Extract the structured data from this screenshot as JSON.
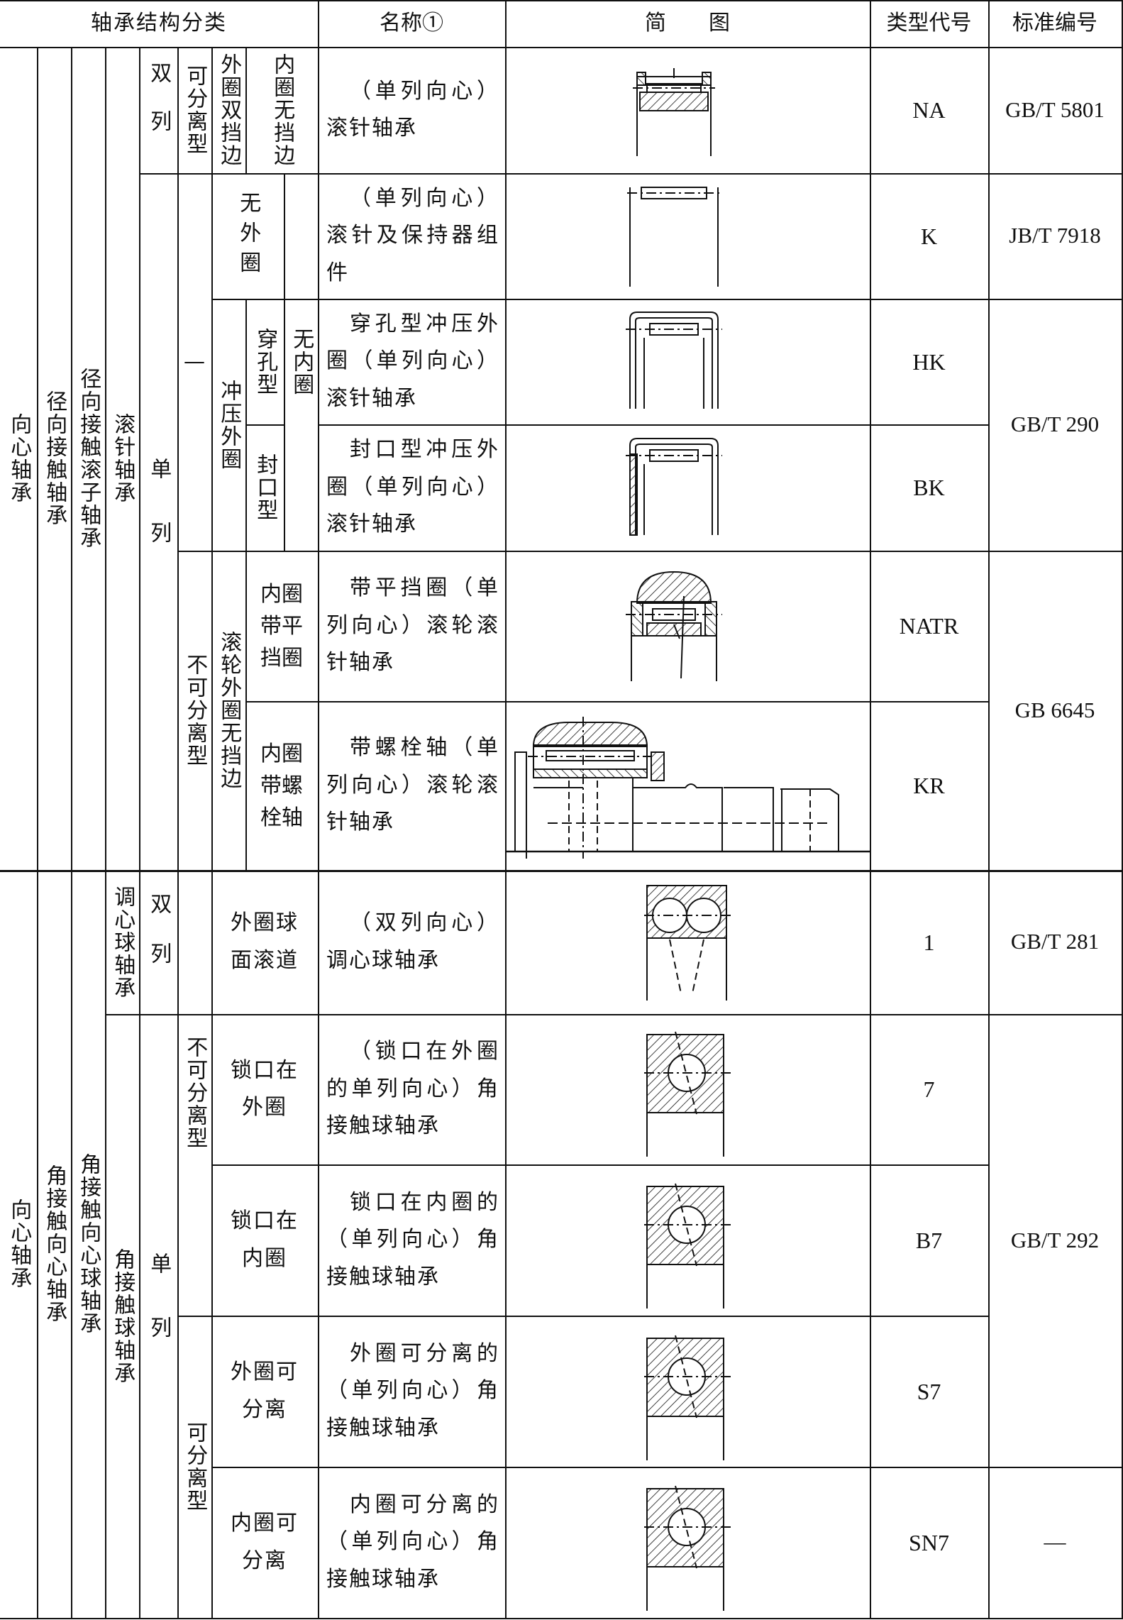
{
  "header": {
    "classification": "轴承结构分类",
    "name": "名称①",
    "diagram": "简　　图",
    "type_code": "类型代号",
    "standard": "标准编号"
  },
  "groups": {
    "radial_1": "向心轴承",
    "radial_contact": "径向接触轴承",
    "radial_contact_roller": "径向接触滚子轴承",
    "needle": "滚针轴承",
    "double_1": "双列",
    "single_1": "单列",
    "separable_1": "可分离型",
    "outer_double_rib": "外圈双挡边",
    "inner_no_rib": "内圈无挡边",
    "dash": "—",
    "no_outer": "无外圈",
    "no_inner": "无内圈",
    "stamped_outer": "冲压外圈",
    "through_type": "穿孔型",
    "closed_type": "封口型",
    "non_separable_1": "不可分离型",
    "roller_outer": "滚轮外圈无挡边",
    "inner_flat_ring": "内圈带平挡圈",
    "inner_stud": "内圈带螺栓轴",
    "radial_2": "向心轴承",
    "angular_contact_radial": "角接触向心轴承",
    "angular_contact_ball_radial": "角接触向心球轴承",
    "self_aligning_ball": "调心球轴承",
    "double_2": "双列",
    "angular_contact_ball": "角接触球轴承",
    "single_2": "单列",
    "non_separable_2": "不可分离型",
    "separable_2": "可分离型",
    "outer_sphere": "外圈球面滚道",
    "lock_outer": "锁口在外圈",
    "lock_inner": "锁口在内圈",
    "outer_separable": "外圈可分离",
    "inner_separable": "内圈可分离"
  },
  "rows": [
    {
      "name": "（单列向心）滚针轴承",
      "code": "NA",
      "standard": "GB/T 5801"
    },
    {
      "name": "（单列向心）滚针及保持器组件",
      "code": "K",
      "standard": "JB/T 7918"
    },
    {
      "name": "穿孔型冲压外圈（单列向心）滚针轴承",
      "code": "HK",
      "standard": "GB/T 290"
    },
    {
      "name": "封口型冲压外圈（单列向心）滚针轴承",
      "code": "BK",
      "standard": ""
    },
    {
      "name": "带平挡圈（单列向心）滚轮滚针轴承",
      "code": "NATR",
      "standard": "GB 6645"
    },
    {
      "name": "带螺栓轴（单列向心）滚轮滚针轴承",
      "code": "KR",
      "standard": ""
    },
    {
      "name": "（双列向心）调心球轴承",
      "code": "1",
      "standard": "GB/T 281"
    },
    {
      "name": "（锁口在外圈的单列向心）角接触球轴承",
      "code": "7",
      "standard": "GB/T 292"
    },
    {
      "name": "锁口在内圈的（单列向心）角接触球轴承",
      "code": "B7",
      "standard": ""
    },
    {
      "name": "外圈可分离的（单列向心）角接触球轴承",
      "code": "S7",
      "standard": ""
    },
    {
      "name": "内圈可分离的（单列向心）角接触球轴承",
      "code": "SN7",
      "standard": "—"
    }
  ]
}
